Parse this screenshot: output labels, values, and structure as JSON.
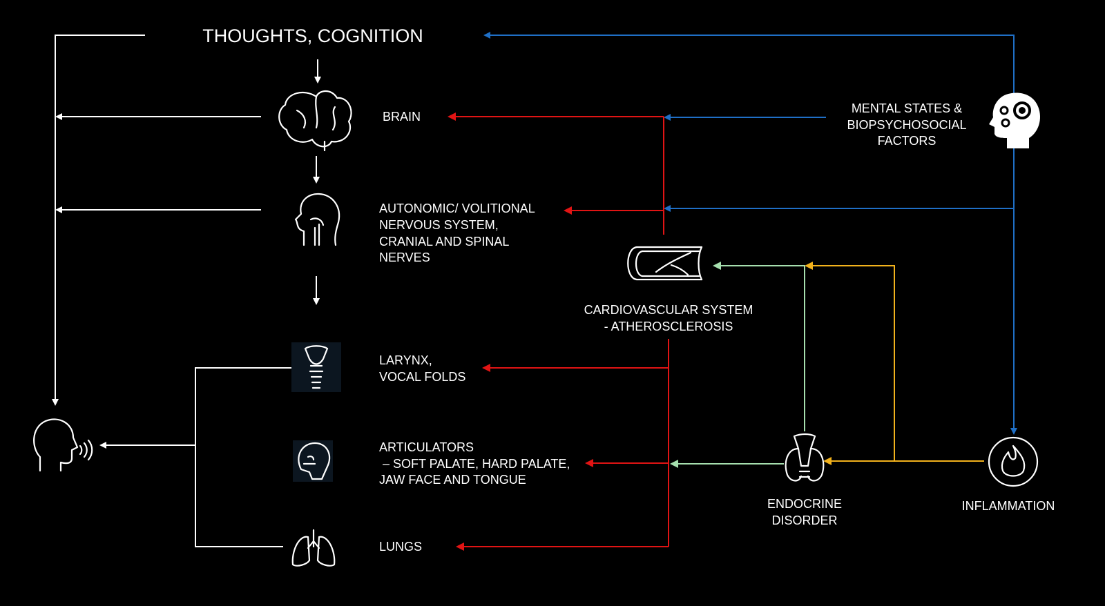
{
  "title": "THOUGHTS, COGNITION",
  "labels": {
    "brain": "BRAIN",
    "nervous": [
      "AUTONOMIC/ VOLITIONAL",
      "NERVOUS SYSTEM,",
      "CRANIAL AND SPINAL",
      "NERVES"
    ],
    "larynx": [
      "LARYNX,",
      "VOCAL FOLDS"
    ],
    "articulators": [
      "ARTICULATORS",
      " – SOFT PALATE, HARD PALATE,",
      "JAW FACE AND TONGUE"
    ],
    "lungs": "LUNGS",
    "cardio": [
      "CARDIOVASCULAR SYSTEM",
      "- ATHEROSCLEROSIS"
    ],
    "mental": [
      "MENTAL STATES &",
      "BIOPSYCHOSOCIAL",
      "FACTORS"
    ],
    "endocrine": [
      "ENDOCRINE",
      "DISORDER"
    ],
    "inflammation": "INFLAMMATION"
  },
  "colors": {
    "mental_link": "#1f6fc6",
    "cardio_link": "#e11414",
    "endocrine_link": "#a6dfae",
    "inflammation_link": "#f2b21c",
    "speech_path": "#ffffff"
  },
  "icons": [
    "brain-icon",
    "head-nerves-icon",
    "larynx-icon",
    "articulators-skull-icon",
    "lungs-icon",
    "speaking-head-icon",
    "blood-vessel-icon",
    "thyroid-icon",
    "flame-icon",
    "head-gears-icon"
  ]
}
